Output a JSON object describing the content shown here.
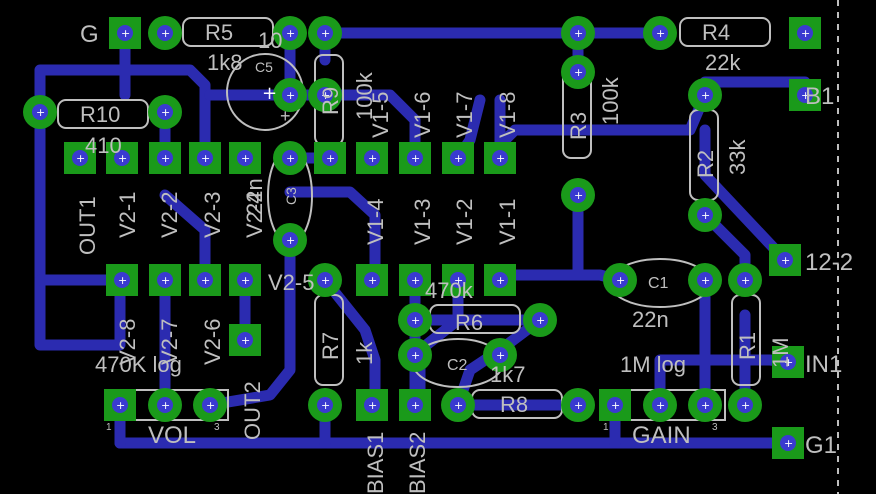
{
  "colors": {
    "background": "#000000",
    "trace": "#2b2bb0",
    "pad": "#1a9a1a",
    "hole": "#3a3ad0",
    "silk": "#bfbfbf"
  },
  "connectors": {
    "g": "G",
    "b1": "B1",
    "in_12_2": "12-2",
    "in1": "IN1",
    "g1": "G1",
    "out1": "OUT1",
    "out2": "OUT2",
    "bias1": "BIAS1",
    "bias2": "BIAS2"
  },
  "components": {
    "r5": {
      "name": "R5",
      "value": "1k8"
    },
    "r4": {
      "name": "R4",
      "value": "22k"
    },
    "r10": {
      "name": "R10",
      "value": "410"
    },
    "r9": {
      "name": "R9",
      "value": "100k"
    },
    "r3": {
      "name": "R3",
      "value": "100k"
    },
    "r2": {
      "name": "R2",
      "value": "33k"
    },
    "r7": {
      "name": "R7",
      "value": "1k"
    },
    "r6": {
      "name": "R6",
      "value": "470k"
    },
    "r8": {
      "name": "R8",
      "value": "1k7"
    },
    "r1": {
      "name": "R1",
      "value": "1M"
    },
    "c5": {
      "name": "C5",
      "value": "10"
    },
    "c3": {
      "name": "C3",
      "value": "22n"
    },
    "c2": {
      "name": "C2"
    },
    "c1": {
      "name": "C1",
      "value": "22n"
    },
    "pot_vol": {
      "name": "VOL",
      "value": "470K log"
    },
    "pot_gain": {
      "name": "GAIN",
      "value": "1M log"
    }
  },
  "valve_pins": {
    "v1": [
      "V1-1",
      "V1-2",
      "V1-3",
      "V1-4",
      "V1-6",
      "V1-7",
      "V1-8"
    ],
    "v2": [
      "V2-1",
      "V2-2",
      "V2-3",
      "V2-4",
      "V2-5",
      "V2-6",
      "V2-7",
      "V2-8"
    ],
    "v1_5": "V1-5"
  },
  "pin_numbers": {
    "one": "1",
    "three": "3"
  }
}
